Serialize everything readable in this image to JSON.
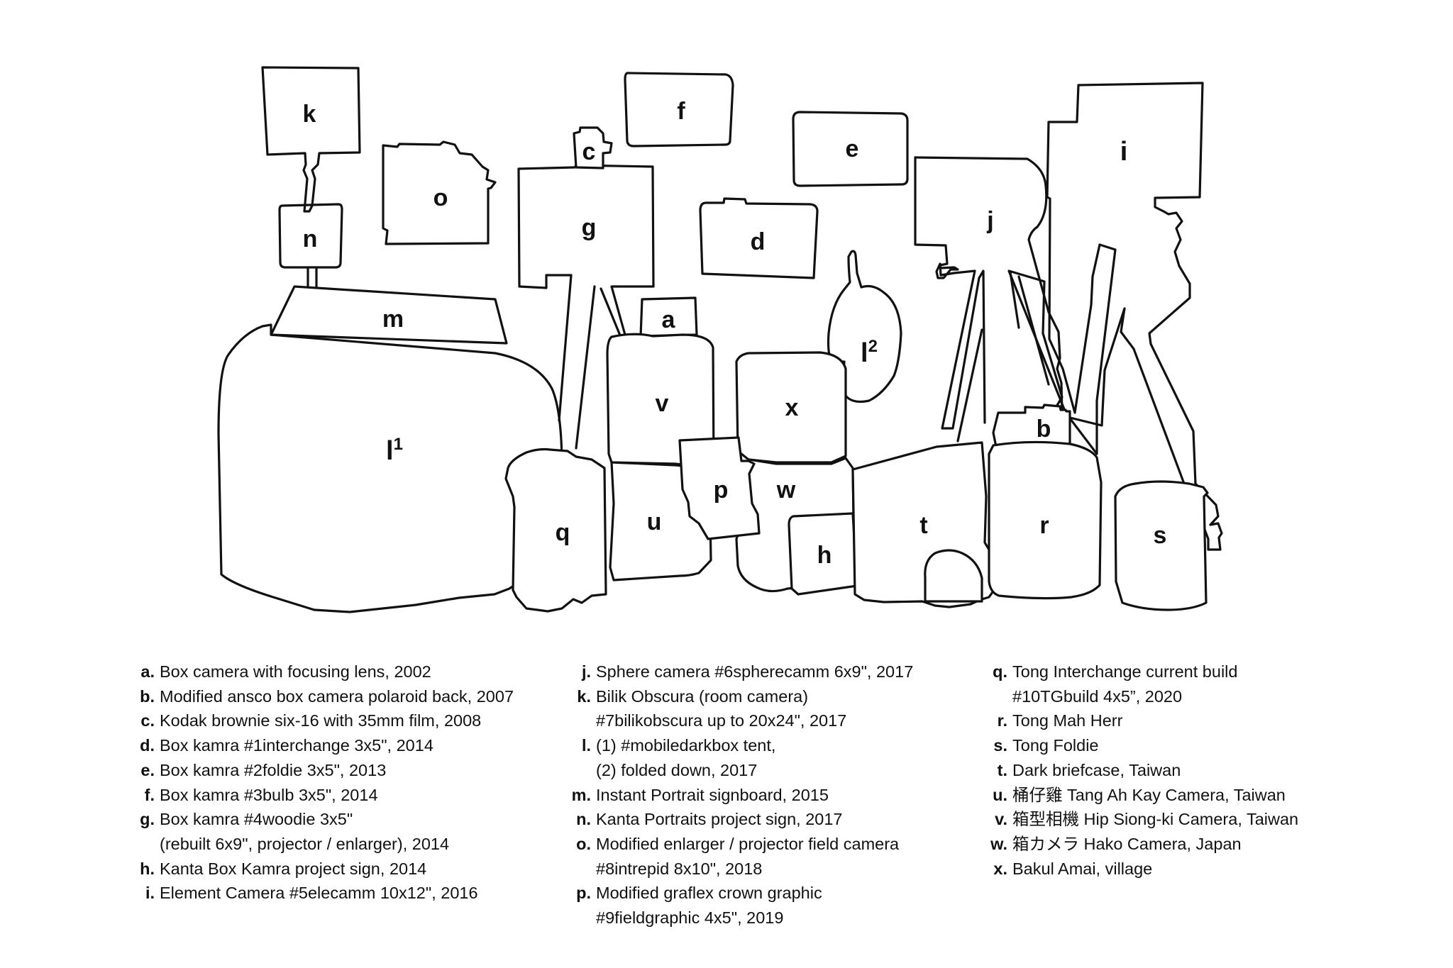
{
  "diagram": {
    "labels": {
      "k": "k",
      "o": "o",
      "f": "f",
      "c": "c",
      "e": "e",
      "i": "i",
      "n": "n",
      "g": "g",
      "d": "d",
      "j": "j",
      "m": "m",
      "a": "a",
      "l2_base": "l",
      "l2_sup": "2",
      "l1_base": "l",
      "l1_sup": "1",
      "v": "v",
      "x": "x",
      "b": "b",
      "p": "p",
      "w": "w",
      "q": "q",
      "u": "u",
      "t": "t",
      "r": "r",
      "s": "s",
      "h": "h"
    }
  },
  "legend": {
    "columns": [
      [
        {
          "key": "a.",
          "lines": [
            "Box camera with focusing lens, 2002"
          ]
        },
        {
          "key": "b.",
          "lines": [
            "Modified ansco box camera polaroid back, 2007"
          ]
        },
        {
          "key": "c.",
          "lines": [
            "Kodak brownie six-16 with 35mm film, 2008"
          ]
        },
        {
          "key": "d.",
          "lines": [
            "Box kamra #1interchange 3x5\", 2014"
          ]
        },
        {
          "key": "e.",
          "lines": [
            "Box kamra #2foldie 3x5\", 2013"
          ]
        },
        {
          "key": "f.",
          "lines": [
            "Box kamra #3bulb 3x5\", 2014"
          ]
        },
        {
          "key": "g.",
          "lines": [
            "Box kamra #4woodie 3x5\"",
            "(rebuilt 6x9\", projector / enlarger), 2014"
          ]
        },
        {
          "key": "h.",
          "lines": [
            "Kanta Box Kamra project sign, 2014"
          ]
        },
        {
          "key": "i.",
          "lines": [
            "Element Camera #5elecamm 10x12\", 2016"
          ]
        }
      ],
      [
        {
          "key": "j.",
          "lines": [
            "Sphere camera #6spherecamm 6x9\", 2017"
          ]
        },
        {
          "key": "k.",
          "lines": [
            "Bilik Obscura (room camera)",
            "#7bilikobscura up to 20x24\", 2017"
          ]
        },
        {
          "key": "l.",
          "lines": [
            "(1) #mobiledarkbox tent,",
            "(2) folded down, 2017"
          ]
        },
        {
          "key": "m.",
          "lines": [
            "Instant Portrait signboard, 2015"
          ]
        },
        {
          "key": "n.",
          "lines": [
            "Kanta Portraits project sign, 2017"
          ]
        },
        {
          "key": "o.",
          "lines": [
            "Modified enlarger / projector field camera",
            "#8intrepid 8x10\", 2018"
          ]
        },
        {
          "key": "p.",
          "lines": [
            "Modified graflex crown graphic",
            "#9fieldgraphic 4x5\", 2019"
          ]
        }
      ],
      [
        {
          "key": "q.",
          "lines": [
            "Tong Interchange current build",
            "#10TGbuild 4x5”, 2020"
          ]
        },
        {
          "key": "r.",
          "lines": [
            "Tong Mah Herr"
          ]
        },
        {
          "key": "s.",
          "lines": [
            "Tong Foldie"
          ]
        },
        {
          "key": "t.",
          "lines": [
            "Dark briefcase, Taiwan"
          ]
        },
        {
          "key": "u.",
          "lines": [
            "桶仔雞 Tang Ah Kay Camera, Taiwan"
          ]
        },
        {
          "key": "v.",
          "lines": [
            "箱型相機 Hip Siong-ki Camera, Taiwan"
          ]
        },
        {
          "key": "w.",
          "lines": [
            "箱カメラ Hako Camera, Japan"
          ]
        },
        {
          "key": "x.",
          "lines": [
            "Bakul Amai, village"
          ]
        }
      ]
    ]
  }
}
